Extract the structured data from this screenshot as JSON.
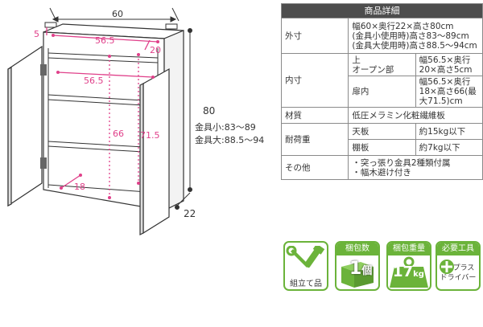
{
  "dimensions": {
    "width_top": "60",
    "depth_top": "5",
    "inner_width_top": "56.5",
    "opening_depth": "20",
    "inner_width_mid": "56.5",
    "height_total": "80",
    "inner_height_a": "66",
    "inner_height_b": "71.5",
    "shelf_depth": "18",
    "depth_bottom": "22",
    "hardware_small": "金具小:83～89",
    "hardware_large": "金具大:88.5～94"
  },
  "spec": {
    "header": "商品詳細",
    "rows": [
      {
        "label": "外寸",
        "value": "幅60×奥行22×高さ80cm\n(金具小使用時)高さ83～89cm\n(金具大使用時)高さ88.5～94cm"
      },
      {
        "label": "内寸",
        "sub": [
          {
            "name": "上\nオープン部",
            "value": "幅56.5×奥行20×高さ5cm"
          },
          {
            "name": "扉内",
            "value": "幅56.5×奥行18×高さ66(最大71.5)cm"
          }
        ]
      },
      {
        "label": "材質",
        "value": "低圧メラミン化粧繊維板"
      },
      {
        "label": "耐荷重",
        "sub": [
          {
            "name": "天板",
            "value": "約15kg以下"
          },
          {
            "name": "棚板",
            "value": "約7kg以下"
          }
        ]
      },
      {
        "label": "その他",
        "value": "・突っ張り金具2種類付属\n・幅木避け付き"
      }
    ]
  },
  "badges": [
    {
      "title": "",
      "caption": "組立て品",
      "icon": "tools-icon"
    },
    {
      "title": "梱包数",
      "big": "1",
      "unit": "個",
      "icon": "box-icon"
    },
    {
      "title": "梱包重量",
      "big": "17",
      "unit": "kg",
      "icon": "weight-icon"
    },
    {
      "title": "必要工具",
      "plus": "プラス",
      "caption": "ドライバー",
      "icon": "screwdriver-icon"
    }
  ],
  "colors": {
    "accent": "#6bb33a",
    "dimension": "#e0408a",
    "header": "#4d4d4d"
  }
}
